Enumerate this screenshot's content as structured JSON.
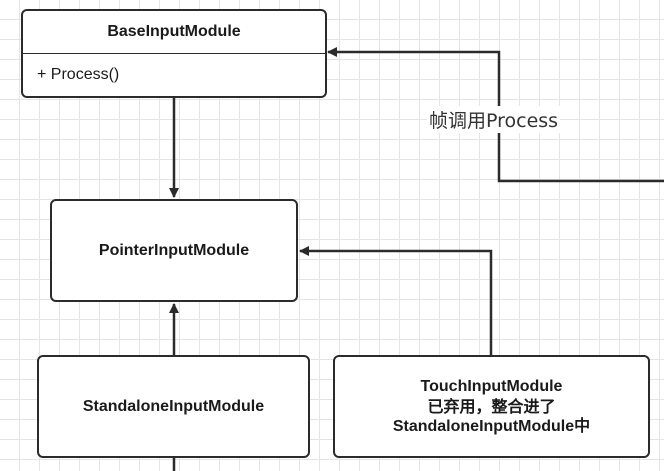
{
  "nodes": {
    "base": {
      "name": "BaseInputModule",
      "member": "+ Process()"
    },
    "pointer": {
      "name": "PointerInputModule"
    },
    "standalone": {
      "name": "StandaloneInputModule"
    },
    "touch": {
      "line1": "TouchInputModule",
      "line2": "已弃用，整合进了",
      "line3": "StandaloneInputModule中"
    }
  },
  "edges": {
    "process_call": {
      "label": "帧调用Process"
    }
  },
  "colors": {
    "line": "#2b2b2b",
    "grid": "#e4e4e4"
  }
}
